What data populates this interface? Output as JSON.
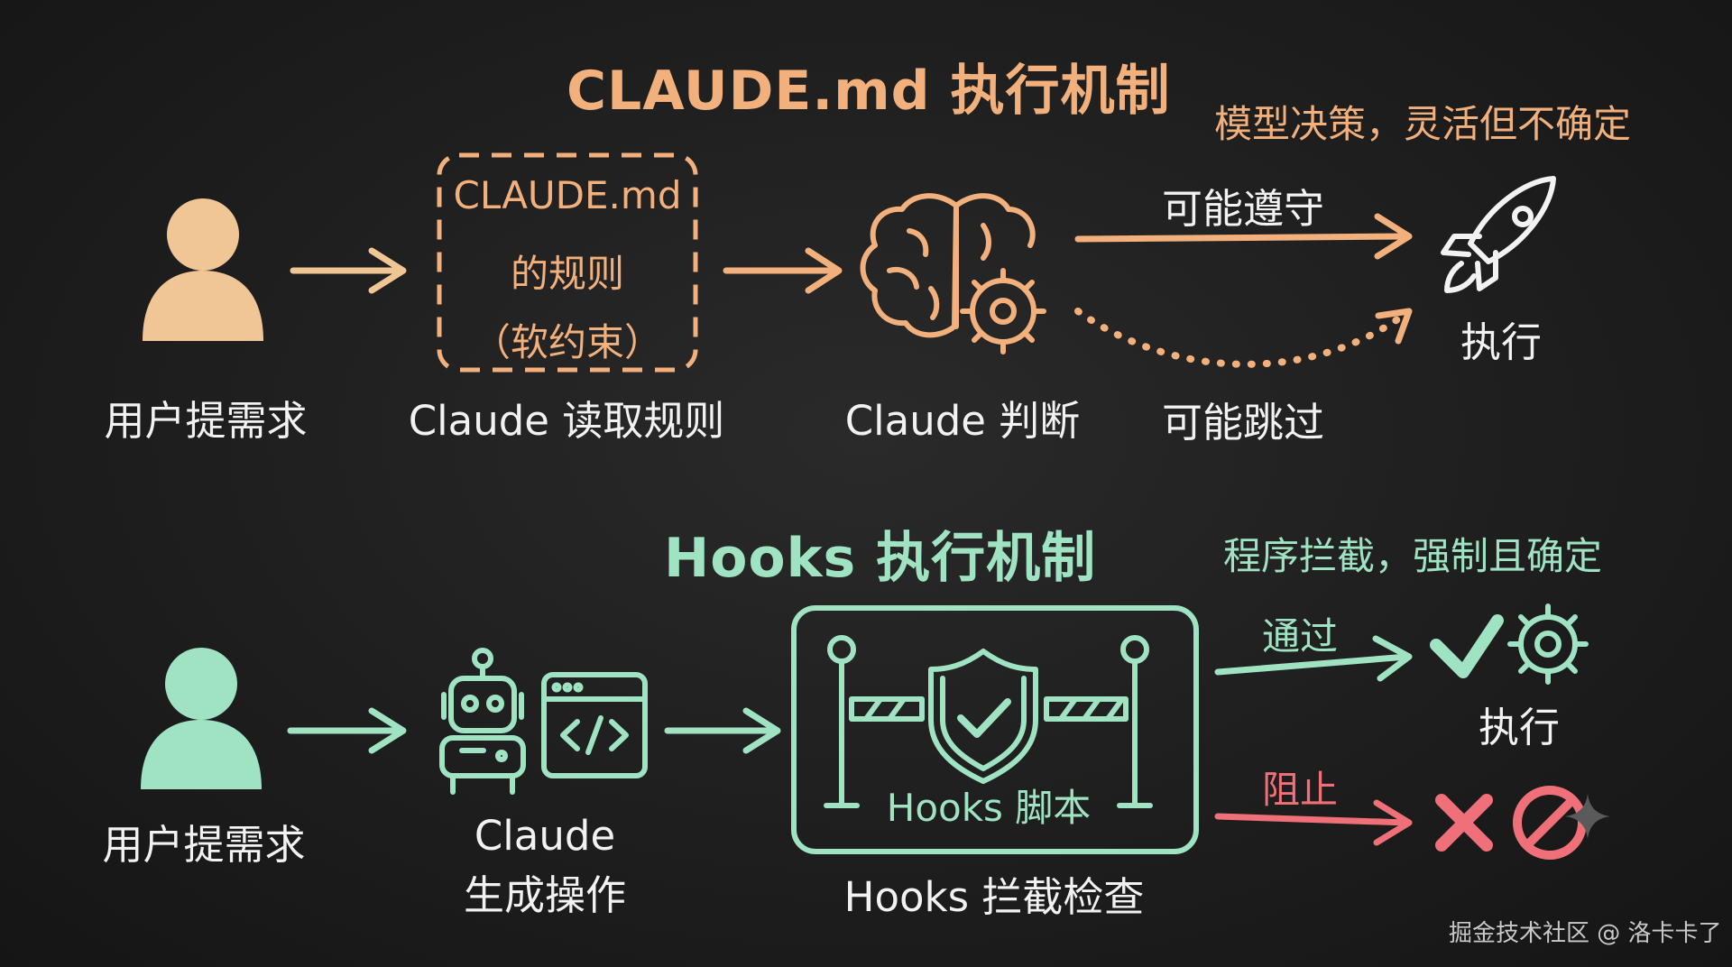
{
  "colors": {
    "orange": "#f2b07c",
    "peach": "#f0c694",
    "mint": "#9fe3c2",
    "red": "#f0707a",
    "white": "#f2f2f2",
    "gray": "#c9c9c9"
  },
  "top": {
    "title": "CLAUDE.md 执行机制",
    "note": "模型决策，灵活但不确定",
    "user_label": "用户提需求",
    "rules_box": [
      "CLAUDE.md",
      "的规则",
      "（软约束）"
    ],
    "read_label": "Claude 读取规则",
    "judge_label": "Claude 判断",
    "maybe_follow": "可能遵守",
    "maybe_skip": "可能跳过",
    "execute": "执行"
  },
  "bottom": {
    "title": "Hooks 执行机制",
    "note": "程序拦截，强制且确定",
    "user_label": "用户提需求",
    "claude_label": [
      "Claude",
      "生成操作"
    ],
    "hooks_script": "Hooks 脚本",
    "hooks_label": "Hooks 拦截检查",
    "pass": "通过",
    "block": "阻止",
    "execute": "执行"
  },
  "watermark": "掘金技术社区 @ 洛卡卡了",
  "icons": [
    "user-icon",
    "dashed-rules-box",
    "brain-gear-icon",
    "rocket-icon",
    "robot-icon",
    "code-window-icon",
    "barrier-shield-icon",
    "checkmark-icon",
    "gear-icon",
    "cross-icon",
    "forbidden-icon",
    "sparkle-icon"
  ]
}
